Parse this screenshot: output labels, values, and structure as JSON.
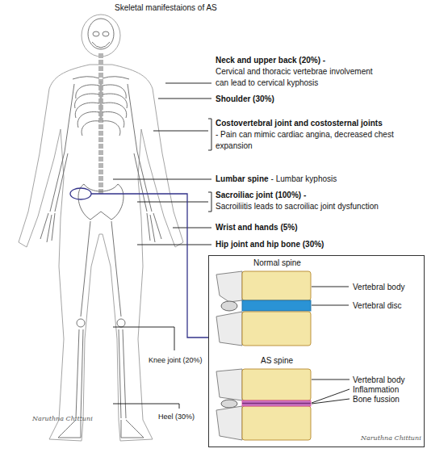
{
  "diagram": {
    "title": "Skeletal manifestaions of AS",
    "nodes": [
      {
        "text": [
          "Normal spine",
          "Vertebral body",
          "Vertebral disc",
          "AS spine",
          "Vertebral body",
          "Inflammation",
          "Bone fussion",
          "Naruthna Chittuni"
        ]
      }
    ],
    "labels": [
      "Neck and upper back (20%) -",
      "Cervical and thoracic vertebrae involvement can lead to cervical kyphosis",
      "Shoulder (30%)",
      "Costovertebral joint and costosternal joints",
      "- Pain can mimic cardiac angina, decreased chest expansion",
      "Lumbar spine",
      "- Lumbar kyphosis",
      "Sacroiliac joint (100%) -",
      "Sacroiliitis leads to sacroiliac joint dysfunction",
      "Wrist and hands (5%)",
      "Hip joint and hip bone (30%)",
      "Knee joint (20%)",
      "Heel (30%)",
      "Naruthna Chittuni"
    ]
  }
}
